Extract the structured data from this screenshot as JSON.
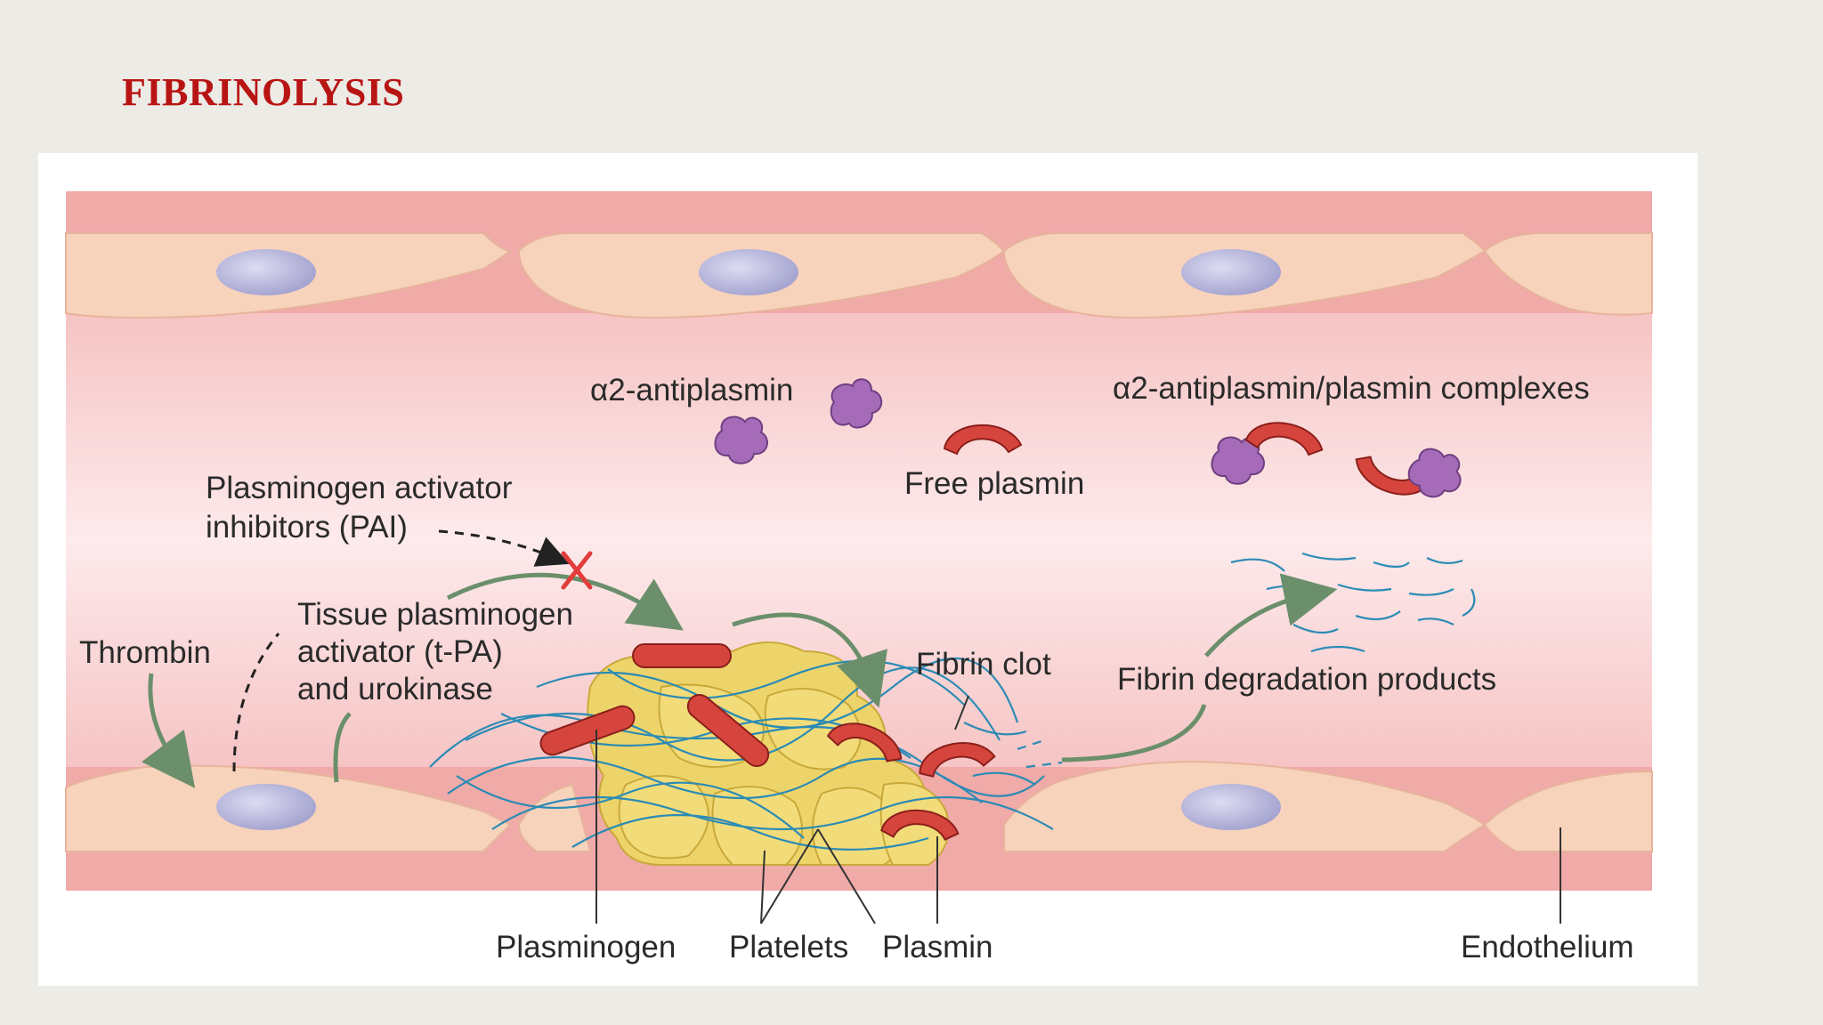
{
  "slide": {
    "title": "FIBRINOLYSIS"
  },
  "diagram": {
    "labels": {
      "antiplasmin": "α2-antiplasmin",
      "complexes": "α2-antiplasmin/plasmin complexes",
      "free_plasmin": "Free plasmin",
      "pai_line1": "Plasminogen activator",
      "pai_line2": "inhibitors (PAI)",
      "tpa_line1": "Tissue plasminogen",
      "tpa_line2": "activator (t-PA)",
      "tpa_line3": "and urokinase",
      "thrombin": "Thrombin",
      "fibrin_clot": "Fibrin clot",
      "fdp": "Fibrin degradation products",
      "plasminogen": "Plasminogen",
      "platelets": "Platelets",
      "plasmin": "Plasmin",
      "endothelium": "Endothelium"
    },
    "colors": {
      "vessel_wall": "#f0aaa8",
      "cell": "#f8d3bc",
      "nucleus": "#b7b6dc",
      "lumen": "#fbe1e3",
      "plasmin": "#d6453d",
      "antiplasmin": "#a56bb8",
      "platelet": "#edd46a",
      "fibrin": "#2b8bb5",
      "arrow": "#6b8f6b",
      "inhibit_x": "#e23b3b"
    }
  }
}
